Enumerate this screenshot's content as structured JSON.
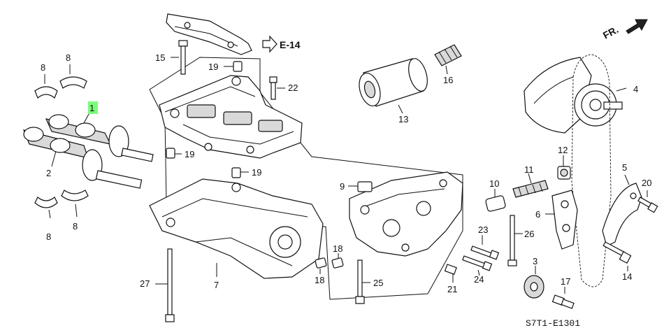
{
  "diagram": {
    "code": "S7T1-E1301",
    "direction_label": "FR.",
    "reference_label": "E-14",
    "highlight_color": "#7CFC7C",
    "callouts": [
      {
        "id": "c1",
        "text": "1",
        "highlight": true
      },
      {
        "id": "c2",
        "text": "2"
      },
      {
        "id": "c3",
        "text": "3"
      },
      {
        "id": "c4",
        "text": "4"
      },
      {
        "id": "c5",
        "text": "5"
      },
      {
        "id": "c6",
        "text": "6"
      },
      {
        "id": "c7",
        "text": "7"
      },
      {
        "id": "c8a",
        "text": "8"
      },
      {
        "id": "c8b",
        "text": "8"
      },
      {
        "id": "c8c",
        "text": "8"
      },
      {
        "id": "c8d",
        "text": "8"
      },
      {
        "id": "c9",
        "text": "9"
      },
      {
        "id": "c10",
        "text": "10"
      },
      {
        "id": "c11",
        "text": "11"
      },
      {
        "id": "c12",
        "text": "12"
      },
      {
        "id": "c13",
        "text": "13"
      },
      {
        "id": "c14",
        "text": "14"
      },
      {
        "id": "c15",
        "text": "15"
      },
      {
        "id": "c16",
        "text": "16"
      },
      {
        "id": "c17",
        "text": "17"
      },
      {
        "id": "c18a",
        "text": "18"
      },
      {
        "id": "c18b",
        "text": "18"
      },
      {
        "id": "c19a",
        "text": "19"
      },
      {
        "id": "c19b",
        "text": "19"
      },
      {
        "id": "c19c",
        "text": "19"
      },
      {
        "id": "c20",
        "text": "20"
      },
      {
        "id": "c21",
        "text": "21"
      },
      {
        "id": "c22",
        "text": "22"
      },
      {
        "id": "c23",
        "text": "23"
      },
      {
        "id": "c24",
        "text": "24"
      },
      {
        "id": "c25",
        "text": "25"
      },
      {
        "id": "c26",
        "text": "26"
      },
      {
        "id": "c27",
        "text": "27"
      }
    ]
  }
}
